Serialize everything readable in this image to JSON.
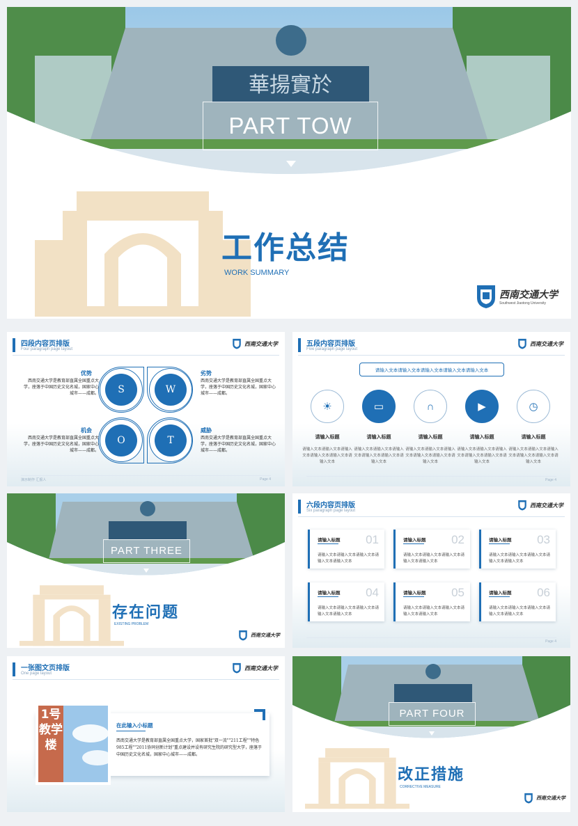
{
  "cover": {
    "part_label": "PART TOW",
    "title": "工作总结",
    "subtitle": "WORK SUMMARY",
    "logo_text": "西南交通大学",
    "logo_sub": "Southwest Jiaotong University",
    "banner_text": "華揚實於"
  },
  "swot_slide": {
    "title": "四段内容页排版",
    "subtitle": "Four paragraph page layout",
    "logo_text": "西南交通大学",
    "items": [
      {
        "letter": "S",
        "label": "优势",
        "text": "西南交通大学是教育部直属全国重点大学，座落于中国历史文化名城，国家中心城市——成都。"
      },
      {
        "letter": "W",
        "label": "劣势",
        "text": "西南交通大学是教育部直属全国重点大学，座落于中国历史文化名城，国家中心城市——成都。"
      },
      {
        "letter": "O",
        "label": "机会",
        "text": "西南交通大学是教育部直属全国重点大学，座落于中国历史文化名城，国家中心城市——成都。"
      },
      {
        "letter": "T",
        "label": "威胁",
        "text": "西南交通大学是教育部直属全国重点大学，座落于中国历史文化名城，国家中心城市——成都。"
      }
    ],
    "footer_left": "演示制作    汇报人",
    "footer_right": "Page 4"
  },
  "five_slide": {
    "title": "五段内容页排版",
    "subtitle": "Five paragraph page layout",
    "logo_text": "西南交通大学",
    "pill_text": "请输入文本请输入文本请输入文本请输入文本请输入文本",
    "items": [
      {
        "icon": "lightbulb-icon",
        "glyph": "☀",
        "title": "请输入标题",
        "text": "请输入文本请输入文本请输入文本请输入文本请输入文本请输入文本"
      },
      {
        "icon": "laptop-icon",
        "glyph": "▭",
        "title": "请输入标题",
        "text": "请输入文本请输入文本请输入文本请输入文本请输入文本请输入文本"
      },
      {
        "icon": "headphones-icon",
        "glyph": "∩",
        "title": "请输入标题",
        "text": "请输入文本请输入文本请输入文本请输入文本请输入文本请输入文本"
      },
      {
        "icon": "play-icon",
        "glyph": "▶",
        "title": "请输入标题",
        "text": "请输入文本请输入文本请输入文本请输入文本请输入文本请输入文本"
      },
      {
        "icon": "alarm-clock-icon",
        "glyph": "◷",
        "title": "请输入标题",
        "text": "请输入文本请输入文本请输入文本请输入文本请输入文本请输入文本"
      }
    ],
    "footer_right": "Page 4"
  },
  "part_three": {
    "part_label": "PART THREE",
    "title": "存在问题",
    "subtitle": "EXISTING PROBLEM",
    "logo_text": "西南交通大学"
  },
  "six_slide": {
    "title": "六段内容页排版",
    "subtitle": "Six paragraph page layout",
    "logo_text": "西南交通大学",
    "items": [
      {
        "num": "01",
        "title": "请输入标题",
        "text": "请输入文本请输入文本请输入文本请输入文本请输入文本"
      },
      {
        "num": "02",
        "title": "请输入标题",
        "text": "请输入文本请输入文本请输入文本请输入文本请输入文本"
      },
      {
        "num": "03",
        "title": "请输入标题",
        "text": "请输入文本请输入文本请输入文本请输入文本请输入文本"
      },
      {
        "num": "04",
        "title": "请输入标题",
        "text": "请输入文本请输入文本请输入文本请输入文本请输入文本"
      },
      {
        "num": "05",
        "title": "请输入标题",
        "text": "请输入文本请输入文本请输入文本请输入文本请输入文本"
      },
      {
        "num": "06",
        "title": "请输入标题",
        "text": "请输入文本请输入文本请输入文本请输入文本请输入文本"
      }
    ],
    "footer_right": "Page 4"
  },
  "image_slide": {
    "title": "一张图文页排版",
    "subtitle": "One page layout",
    "logo_text": "西南交通大学",
    "photo_text": "1号教学楼",
    "heading": "在此输入小标题",
    "text": "西南交通大学是教育部直属全国重点大学，国家首批\"双一流\"\"211工程\"\"特色985工程\"\"2011协同创新计划\"重点建设并设有研究生院的研究型大学，座落于中国历史文化名城，国家中心城市——成都。"
  },
  "part_four": {
    "part_label": "PART FOUR",
    "title": "改正措施",
    "subtitle": "CORRECTIVE MEASURE",
    "logo_text": "西南交通大学"
  },
  "colors": {
    "accent": "#1f6fb5",
    "arch": "#e8c99a"
  }
}
